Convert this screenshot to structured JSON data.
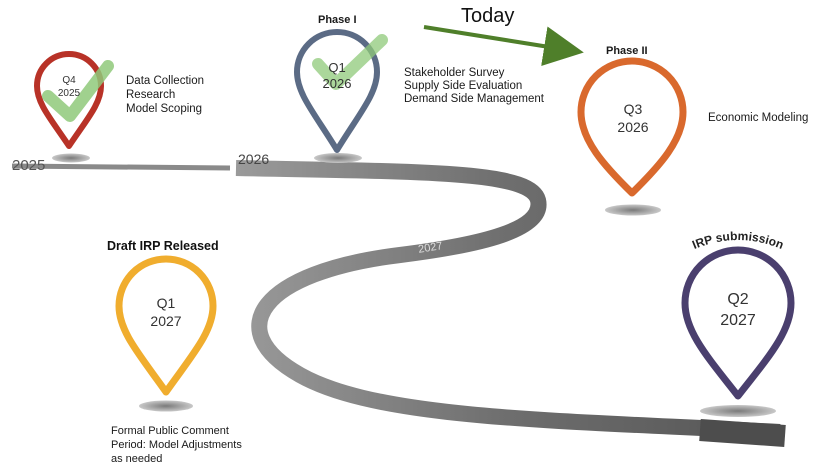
{
  "today_label": "Today",
  "road_years": {
    "y2025": "2025",
    "y2026": "2026",
    "y2027": "2027"
  },
  "milestones": {
    "q4_2025": {
      "quarter": "Q4",
      "year": "2025",
      "color": "#b83227",
      "status": "complete",
      "items": [
        "Data Collection",
        "Research",
        "Model Scoping"
      ]
    },
    "q1_2026": {
      "phase": "Phase I",
      "quarter": "Q1",
      "year": "2026",
      "color": "#5b6b85",
      "status": "complete",
      "items": [
        "Stakeholder Survey",
        "Supply Side Evaluation",
        "Demand Side Management"
      ]
    },
    "q3_2026": {
      "phase": "Phase II",
      "quarter": "Q3",
      "year": "2026",
      "color": "#d9692d",
      "items": [
        "Economic Modeling"
      ]
    },
    "q1_2027": {
      "title": "Draft IRP Released",
      "quarter": "Q1",
      "year": "2027",
      "color": "#f0ad2e",
      "items": [
        "Formal Public Comment",
        "Period: Model Adjustments",
        "as needed"
      ]
    },
    "q2_2027": {
      "title": "IRP submission",
      "quarter": "Q2",
      "year": "2027",
      "color": "#4a3f6e"
    }
  },
  "colors": {
    "road": "#7a7a7a",
    "arrow": "#4f7f2a",
    "check": "#8fc97a"
  }
}
